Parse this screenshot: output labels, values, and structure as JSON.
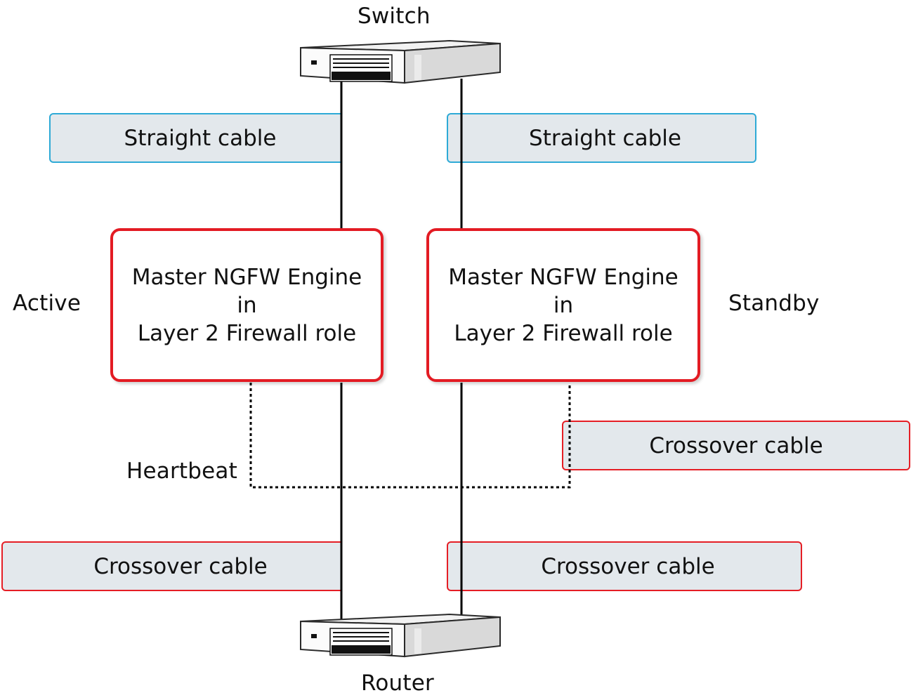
{
  "devices": {
    "switch_label": "Switch",
    "router_label": "Router"
  },
  "cables": {
    "top_left": "Straight cable",
    "top_right": "Straight cable",
    "bottom_left": "Crossover cable",
    "bottom_right": "Crossover cable",
    "heartbeat": "Crossover cable"
  },
  "engines": [
    {
      "line1": "Master NGFW Engine",
      "line2": "in",
      "line3": "Layer 2 Firewall role",
      "state": "Active"
    },
    {
      "line1": "Master NGFW Engine",
      "line2": "in",
      "line3": "Layer 2 Firewall role",
      "state": "Standby"
    }
  ],
  "heartbeat_label": "Heartbeat",
  "colors": {
    "engine_border": "#e31b23",
    "straight_cable_border": "#2eaad6",
    "crossover_cable_border": "#e51e25",
    "cable_fill": "#e3e8ec"
  }
}
